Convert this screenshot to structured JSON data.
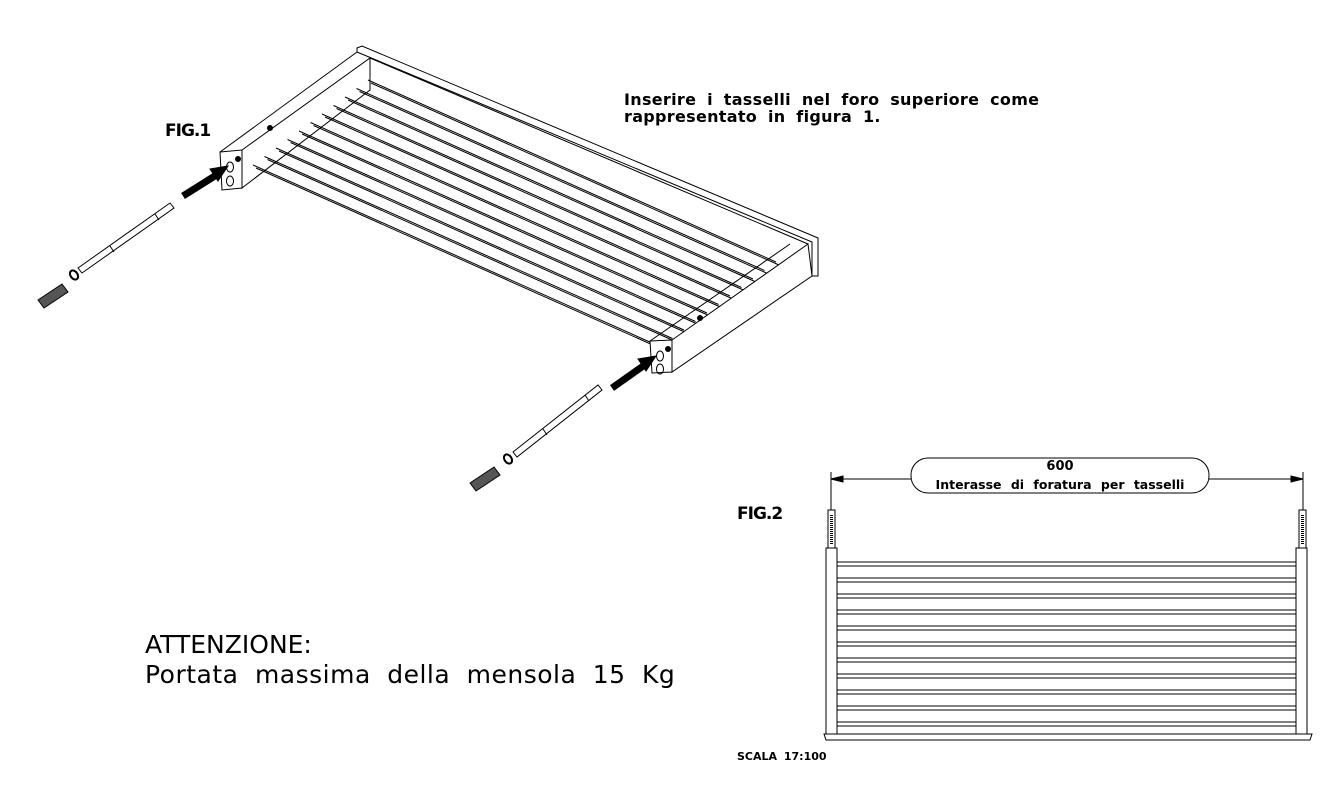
{
  "figure1": {
    "label": "FIG.1",
    "instruction_line1": "Inserire i tasselli nel foro superiore come",
    "instruction_line2": "rappresentato in figura 1."
  },
  "figure2": {
    "label": "FIG.2",
    "dimension_value": "600",
    "dimension_caption": "Interasse di foratura per tasselli",
    "scale": "SCALA 17:100"
  },
  "warning": {
    "title": "ATTENZIONE:",
    "text": "Portata massima della mensola 15 Kg"
  },
  "colors": {
    "line": "#000000",
    "background": "#ffffff"
  }
}
